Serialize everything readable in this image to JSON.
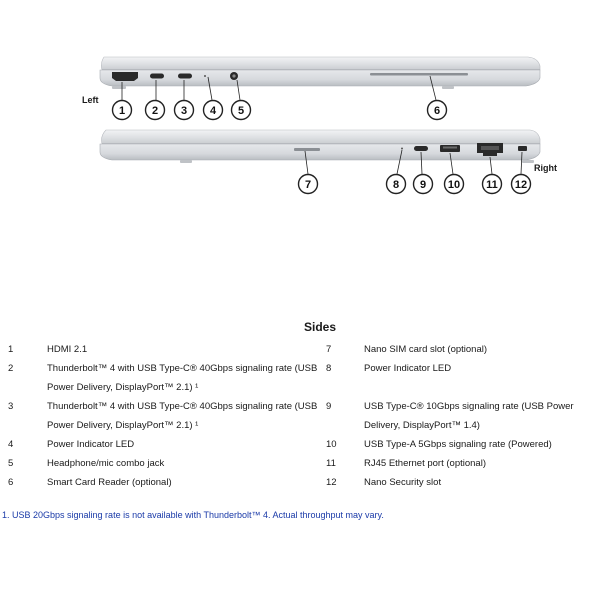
{
  "sides": {
    "left_label": "Left",
    "right_label": "Right"
  },
  "callouts": [
    "1",
    "2",
    "3",
    "4",
    "5",
    "6",
    "7",
    "8",
    "9",
    "10",
    "11",
    "12"
  ],
  "table": {
    "title": "Sides",
    "rows": [
      {
        "ln": "1",
        "lt": "HDMI 2.1",
        "rn": "7",
        "rt": "Nano SIM card slot (optional)"
      },
      {
        "ln": "2",
        "lt": "Thunderbolt™ 4 with USB Type-C® 40Gbps signaling rate (USB Power Delivery, DisplayPort™ 2.1) ¹",
        "rn": "8",
        "rt": "Power Indicator LED"
      },
      {
        "ln": "3",
        "lt": "Thunderbolt™ 4 with USB Type-C® 40Gbps signaling rate (USB Power Delivery, DisplayPort™ 2.1) ¹",
        "rn": "9",
        "rt": "USB Type-C® 10Gbps signaling rate (USB Power Delivery, DisplayPort™ 1.4)"
      },
      {
        "ln": "4",
        "lt": "Power Indicator LED",
        "rn": "10",
        "rt": "USB Type-A 5Gbps signaling rate (Powered)"
      },
      {
        "ln": "5",
        "lt": "Headphone/mic combo jack",
        "rn": "11",
        "rt": "RJ45 Ethernet port (optional)"
      },
      {
        "ln": "6",
        "lt": "Smart Card Reader (optional)",
        "rn": "12",
        "rt": "Nano Security slot"
      }
    ]
  },
  "footnote": "1. USB 20Gbps signaling rate is not available with Thunderbolt™ 4. Actual throughput may vary."
}
